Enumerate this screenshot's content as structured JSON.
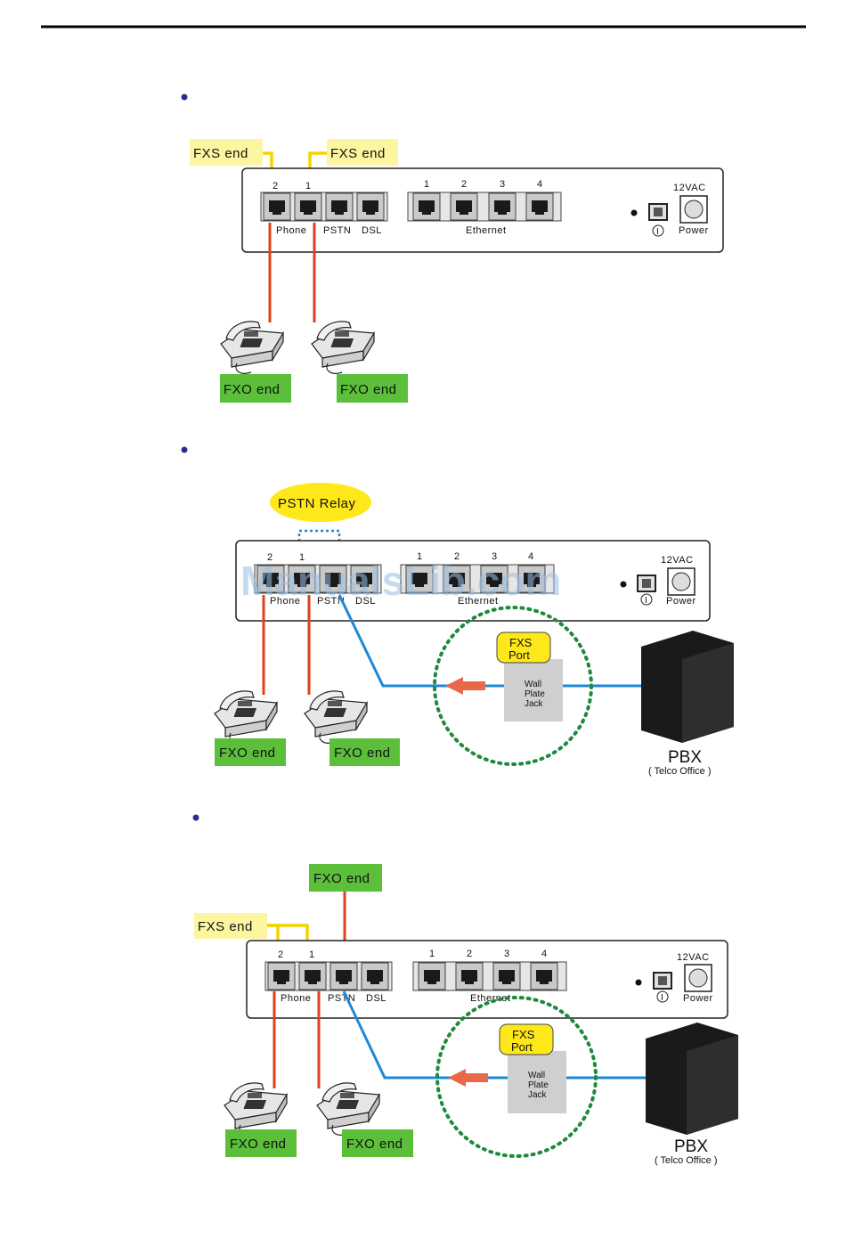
{
  "watermark": "ManualsLib.com",
  "diagrams": [
    {
      "id": "fxs-only",
      "tags": {
        "fxs_end_left": "FXS end",
        "fxs_end_right": "FXS end",
        "fxo_end_left": "FXO end",
        "fxo_end_right": "FXO end"
      },
      "device": {
        "phone_port_numbers": [
          "2",
          "1"
        ],
        "phone_label": "Phone",
        "pstn_label": "PSTN",
        "dsl_label": "DSL",
        "ethernet_port_numbers": [
          "1",
          "2",
          "3",
          "4"
        ],
        "ethernet_label": "Ethernet",
        "power_top_label": "12VAC",
        "power_label": "Power",
        "switch_symbol": "I"
      }
    },
    {
      "id": "pstn-relay",
      "tags": {
        "relay": "PSTN Relay",
        "fxo_end_left": "FXO end",
        "fxo_end_right": "FXO end",
        "fxs_port_line1": "FXS",
        "fxs_port_line2": "Port"
      },
      "wall_jack": [
        "Wall",
        "Plate",
        "Jack"
      ],
      "pbx": {
        "title": "PBX",
        "subtitle": "( Telco Office )"
      },
      "device": {
        "phone_port_numbers": [
          "2",
          "1"
        ],
        "phone_label": "Phone",
        "pstn_label": "PSTN",
        "dsl_label": "DSL",
        "ethernet_port_numbers": [
          "1",
          "2",
          "3",
          "4"
        ],
        "ethernet_label": "Ethernet",
        "power_top_label": "12VAC",
        "power_label": "Power",
        "switch_symbol": "I"
      }
    },
    {
      "id": "fxs-fxo-pstn",
      "tags": {
        "fxo_end_top": "FXO end",
        "fxs_end": "FXS end",
        "fxo_end_left": "FXO end",
        "fxo_end_right": "FXO end",
        "fxs_port_line1": "FXS",
        "fxs_port_line2": "Port"
      },
      "wall_jack": [
        "Wall",
        "Plate",
        "Jack"
      ],
      "pbx": {
        "title": "PBX",
        "subtitle": "( Telco Office )"
      },
      "device": {
        "phone_port_numbers": [
          "2",
          "1"
        ],
        "phone_label": "Phone",
        "pstn_label": "PSTN",
        "dsl_label": "DSL",
        "ethernet_port_numbers": [
          "1",
          "2",
          "3",
          "4"
        ],
        "ethernet_label": "Ethernet",
        "power_top_label": "12VAC",
        "power_label": "Power",
        "switch_symbol": "I"
      }
    }
  ],
  "colors": {
    "phone_cable": "#e0401c",
    "pstn_cable": "#1e88d6",
    "fxs_tag_bg": "#fdf6a0",
    "fxs_arrow": "#f4d400",
    "fxo_tag_bg": "#5bbf3a",
    "relay_bg": "#ffe81a",
    "circle": "#1f8a3c",
    "bullet": "#2b2f8a"
  }
}
